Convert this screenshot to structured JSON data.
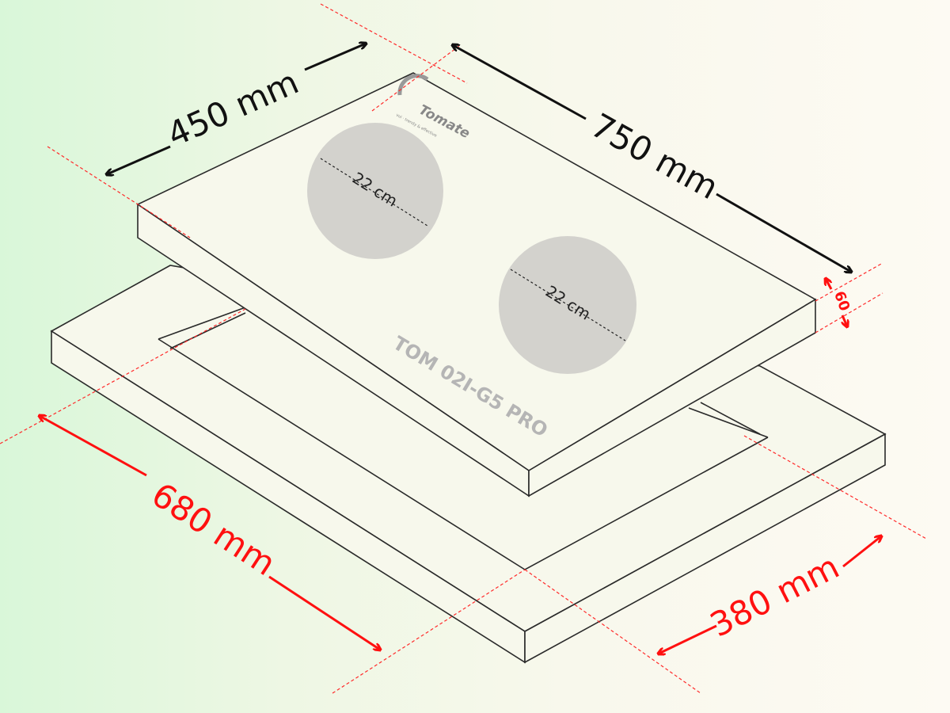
{
  "dimensions": {
    "width": "450 mm",
    "length": "750 mm",
    "thickness": "60",
    "cutout_length": "680 mm",
    "cutout_width": "380 mm"
  },
  "burners": [
    {
      "diameter": "22 cm"
    },
    {
      "diameter": "22 cm"
    }
  ],
  "model": "TOM 02I-G5 PRO",
  "brand": {
    "name": "Tomate",
    "tagline": "vui · trendy & effective"
  },
  "colors": {
    "outline": "#2a2a2a",
    "cutout_dim": "#ff1010",
    "burner": "#d3d2cd"
  }
}
